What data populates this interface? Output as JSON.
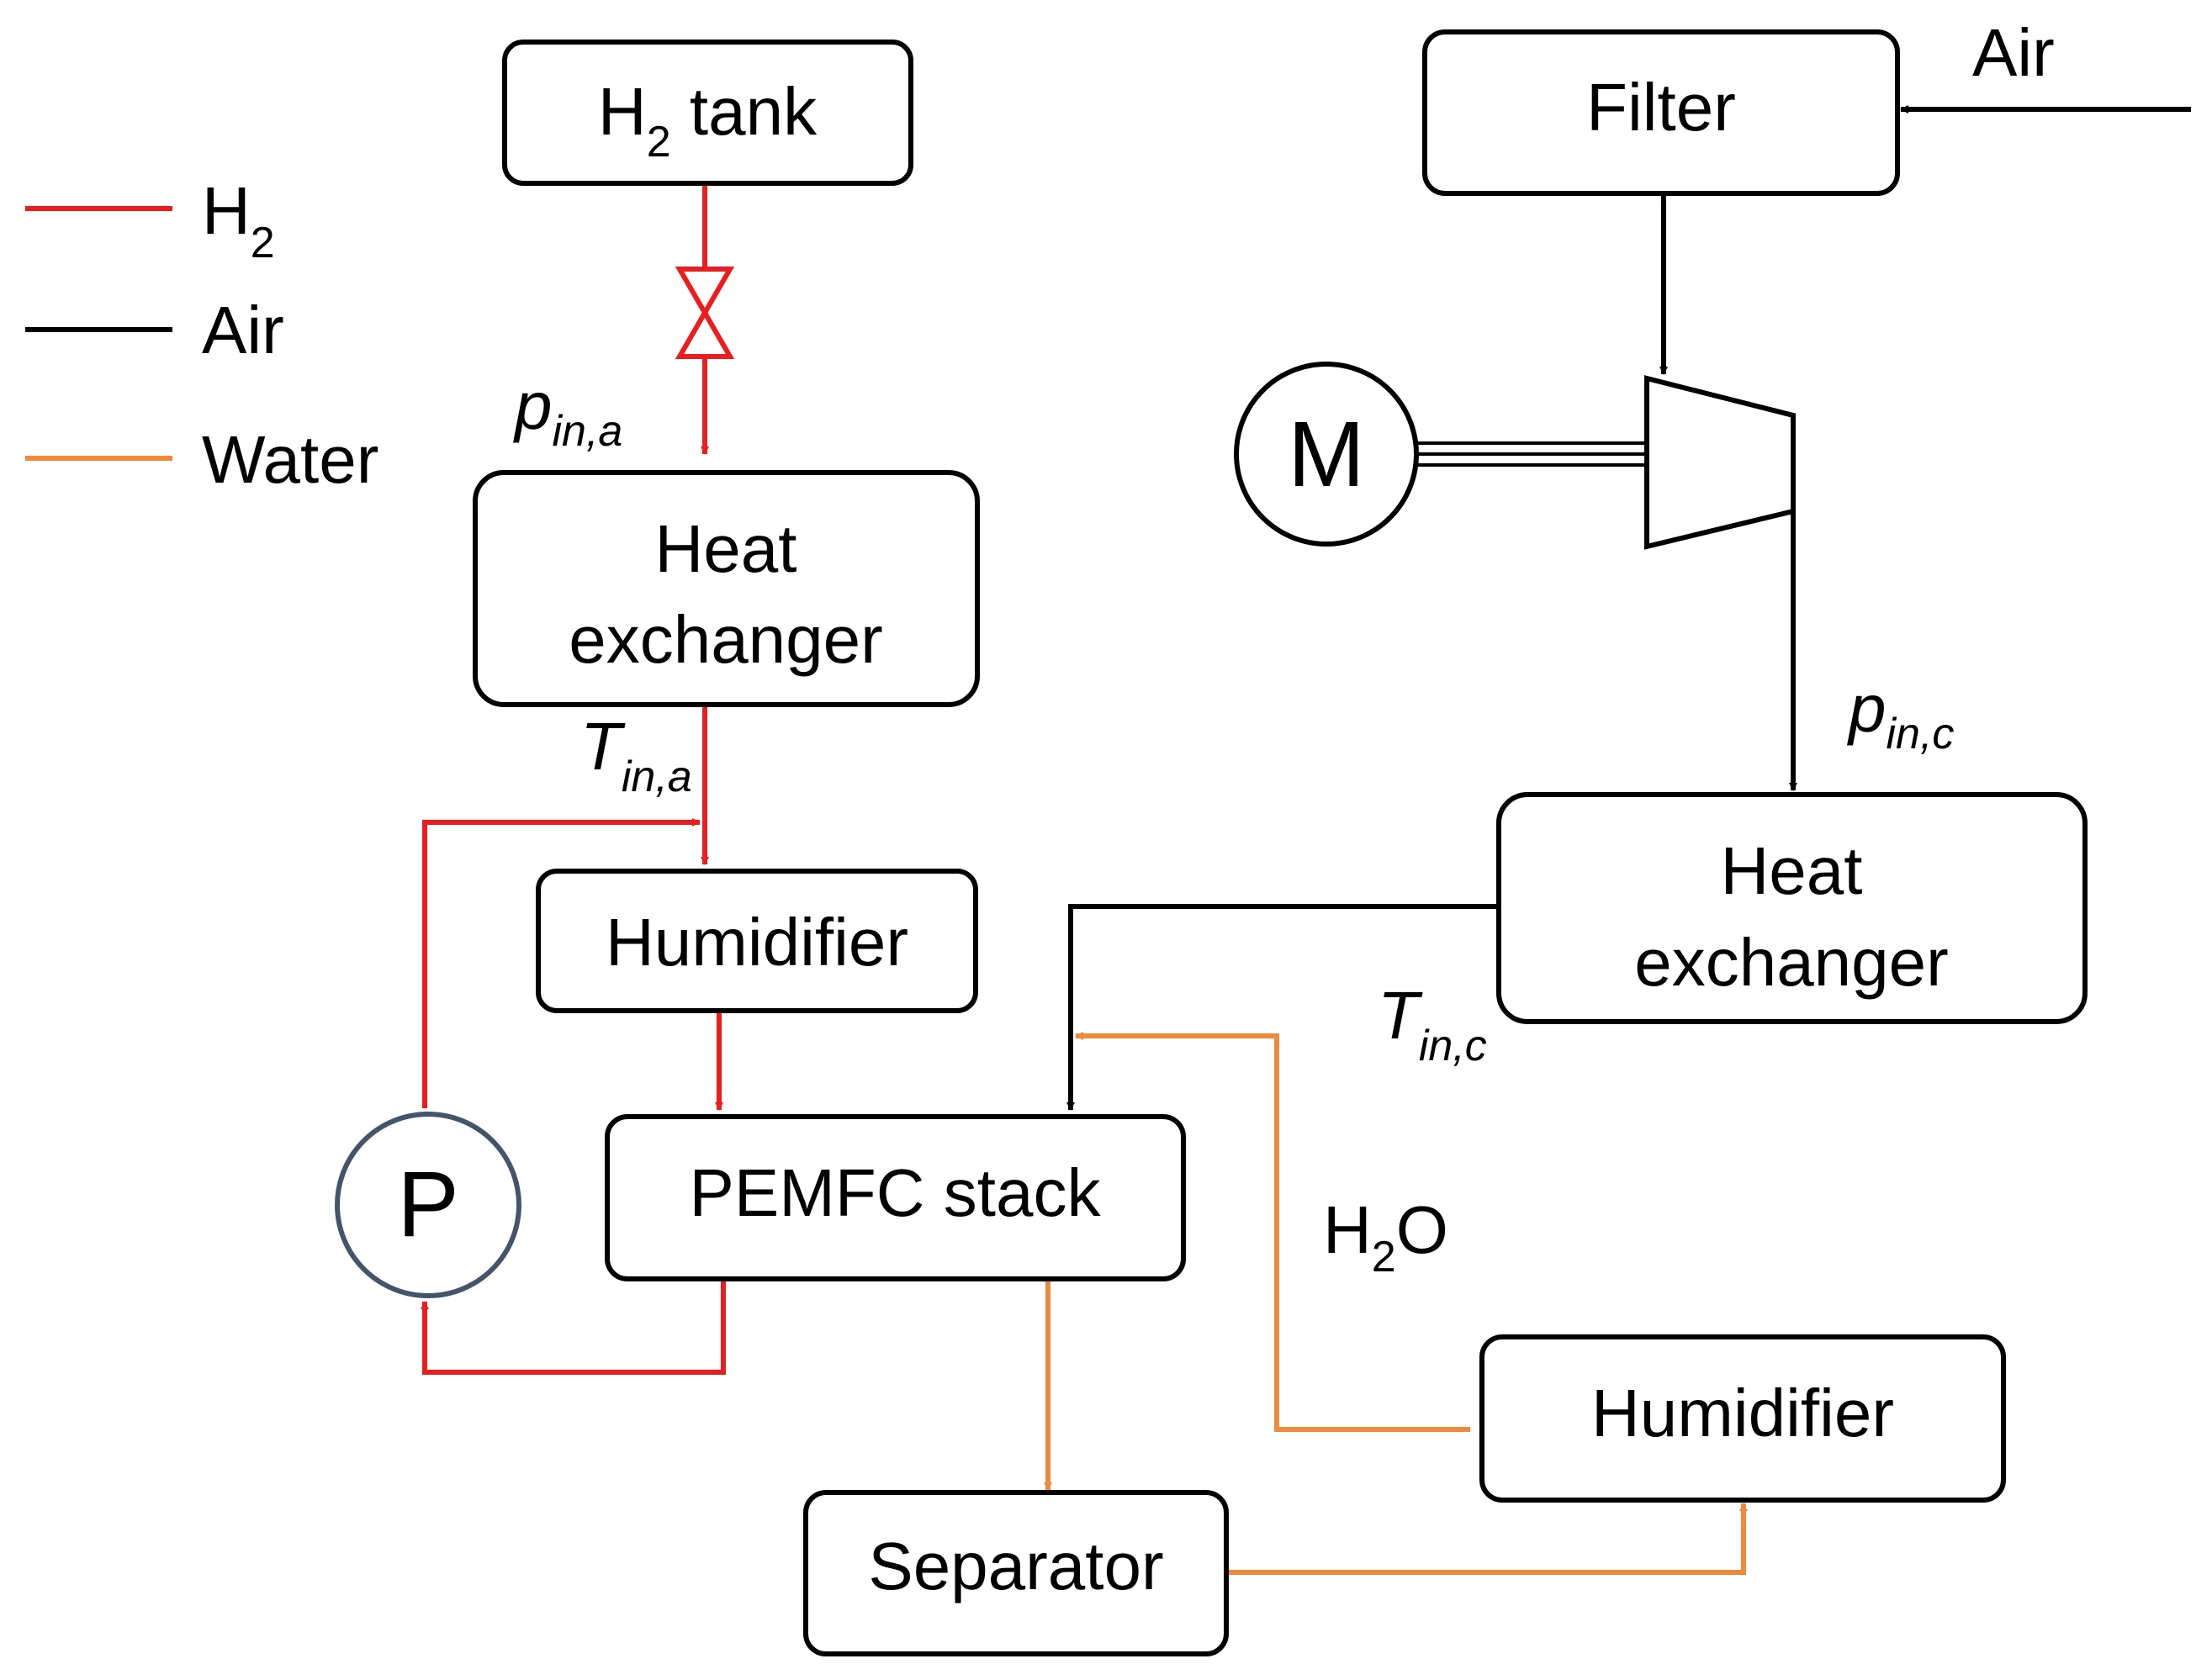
{
  "legend": {
    "h2": {
      "label_main": "H",
      "label_sub": "2",
      "color": "#ee1c1c"
    },
    "air": {
      "label": "Air",
      "color": "#000000"
    },
    "water": {
      "label": "Water",
      "color": "#f0893a"
    }
  },
  "nodes": {
    "h2_tank": {
      "main": "H",
      "sub": "2",
      "rest": " tank"
    },
    "heat_exchanger_anode": {
      "line1": "Heat",
      "line2": "exchanger"
    },
    "humidifier_anode": {
      "label": "Humidifier"
    },
    "pemfc_stack": {
      "label": "PEMFC stack"
    },
    "pump": {
      "label": "P"
    },
    "filter": {
      "label": "Filter"
    },
    "motor": {
      "label": "M"
    },
    "heat_exchanger_cathode": {
      "line1": "Heat",
      "line2": "exchanger"
    },
    "humidifier_cathode": {
      "label": "Humidifier"
    },
    "separator": {
      "label": "Separator"
    }
  },
  "annotations": {
    "air_inlet": "Air",
    "p_in_a": {
      "main": "p",
      "sub": "in,a"
    },
    "t_in_a": {
      "main": "T",
      "sub": "in,a"
    },
    "p_in_c": {
      "main": "p",
      "sub": "in,c"
    },
    "t_in_c": {
      "main": "T",
      "sub": "in,c"
    },
    "h2o": {
      "h": "H",
      "sub": "2",
      "o": "O"
    }
  }
}
